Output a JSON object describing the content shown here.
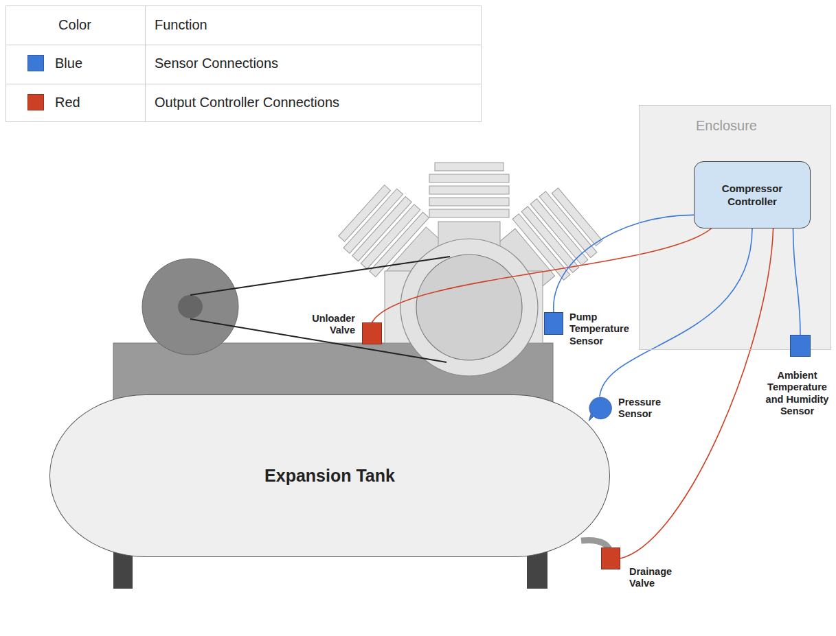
{
  "diagram": {
    "nodes": [
      {
        "text": [
          "Enclosure"
        ]
      },
      {
        "text": [
          "Compressor Controller"
        ],
        "in": 0
      },
      {
        "text": [
          "Unloader Valve"
        ]
      },
      {
        "text": [
          "Pump Temperature Sensor"
        ]
      },
      {
        "text": [
          "Ambient Temperature and Humidity Sensor"
        ]
      },
      {
        "text": [
          "Pressure Sensor"
        ]
      },
      {
        "text": [
          "Expansion Tank"
        ]
      },
      {
        "text": [
          "Drainage Valve"
        ]
      }
    ],
    "edges": [
      {
        "from": 1,
        "to": 2,
        "arrow": "none"
      },
      {
        "from": 1,
        "to": 3,
        "arrow": "none"
      },
      {
        "from": 1,
        "to": 4,
        "arrow": "none"
      },
      {
        "from": 1,
        "to": 5,
        "arrow": "none"
      },
      {
        "from": 1,
        "to": 7,
        "arrow": "none"
      }
    ],
    "labels": [
      "Color",
      "Function",
      "Blue",
      "Red"
    ],
    "legend": [
      {
        "text": "Sensor Connections",
        "color": "#3c78d8"
      },
      {
        "text": "Output Controller Connections",
        "color": "#cc4125"
      }
    ]
  }
}
